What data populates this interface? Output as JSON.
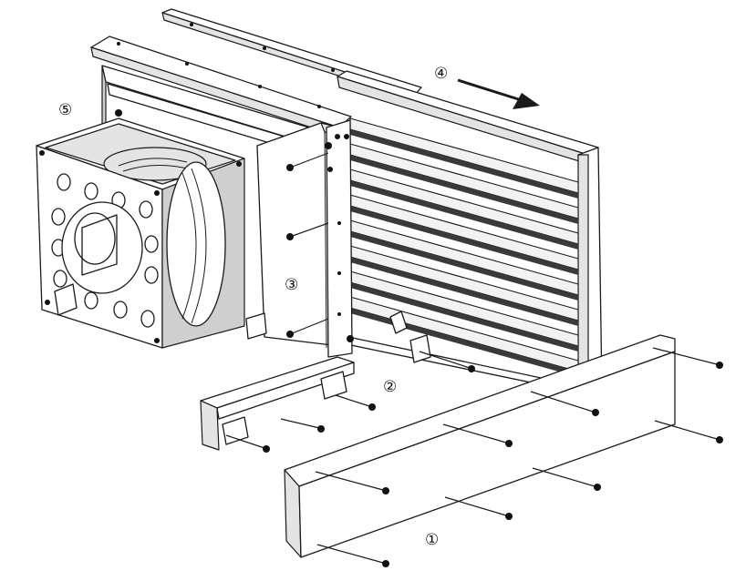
{
  "callouts": {
    "front_cover": "①",
    "base_bracket": "②",
    "side_panel": "③",
    "louver_direction": "④",
    "fan_unit": "⑤"
  },
  "colors": {
    "line": "#1a1a1a",
    "screw": "#111111",
    "panel_fill": "#ffffff",
    "shade_fill": "#e4e4e4"
  }
}
